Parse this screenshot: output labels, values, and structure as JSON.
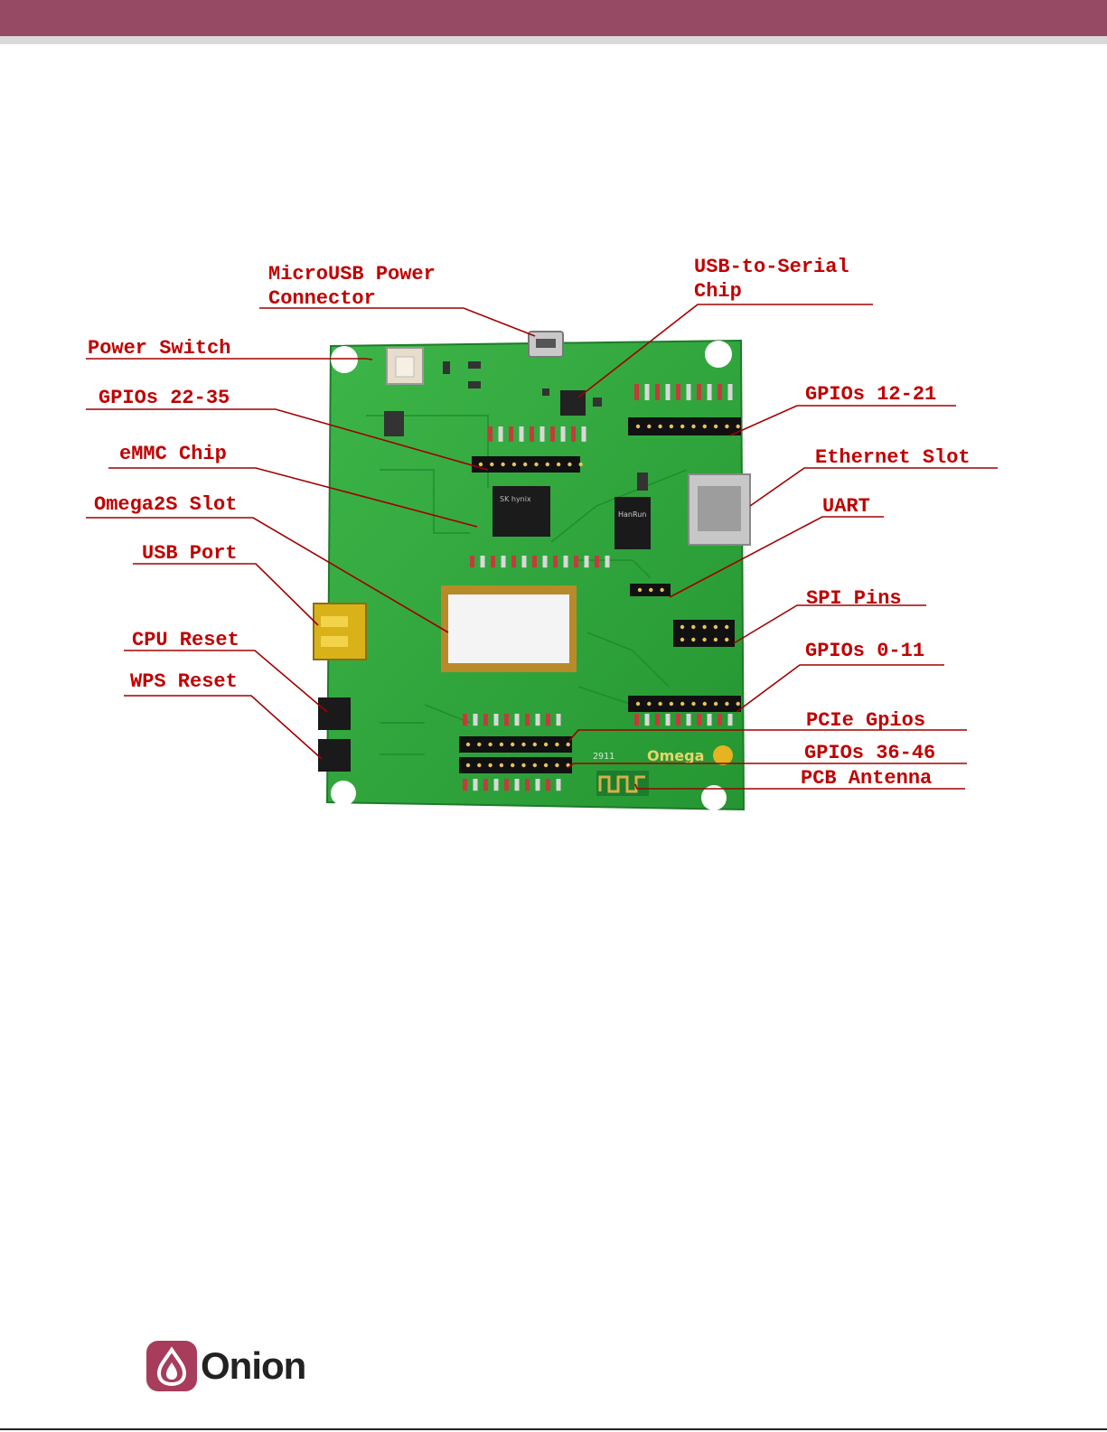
{
  "header": {
    "color": "#964a64"
  },
  "labels": {
    "microusb": "MicroUSB Power\nConnector",
    "usb_serial": "USB-to-Serial\nChip",
    "power_switch": "Power Switch",
    "gpios_22_35": "GPIOs 22-35",
    "gpios_12_21": "GPIOs 12-21",
    "emmc": "eMMC Chip",
    "ethernet": "Ethernet Slot",
    "omega2s": "Omega2S Slot",
    "uart": "UART",
    "usb_port": "USB Port",
    "spi": "SPI Pins",
    "cpu_reset": "CPU Reset",
    "gpios_0_11": "GPIOs 0-11",
    "wps_reset": "WPS Reset",
    "pcie": "PCIe Gpios",
    "gpios_36_46": "GPIOs 36-46",
    "pcb_antenna": "PCB Antenna"
  },
  "board": {
    "chip_text": "SK hynix",
    "eth_text": "HanRun",
    "brand_text": "Omega",
    "rev_text": "2911"
  },
  "footer": {
    "logo_text": "Onion"
  },
  "colors": {
    "label": "#c00000",
    "pcb": "#2fa23c",
    "brand": "#a73d5b"
  }
}
